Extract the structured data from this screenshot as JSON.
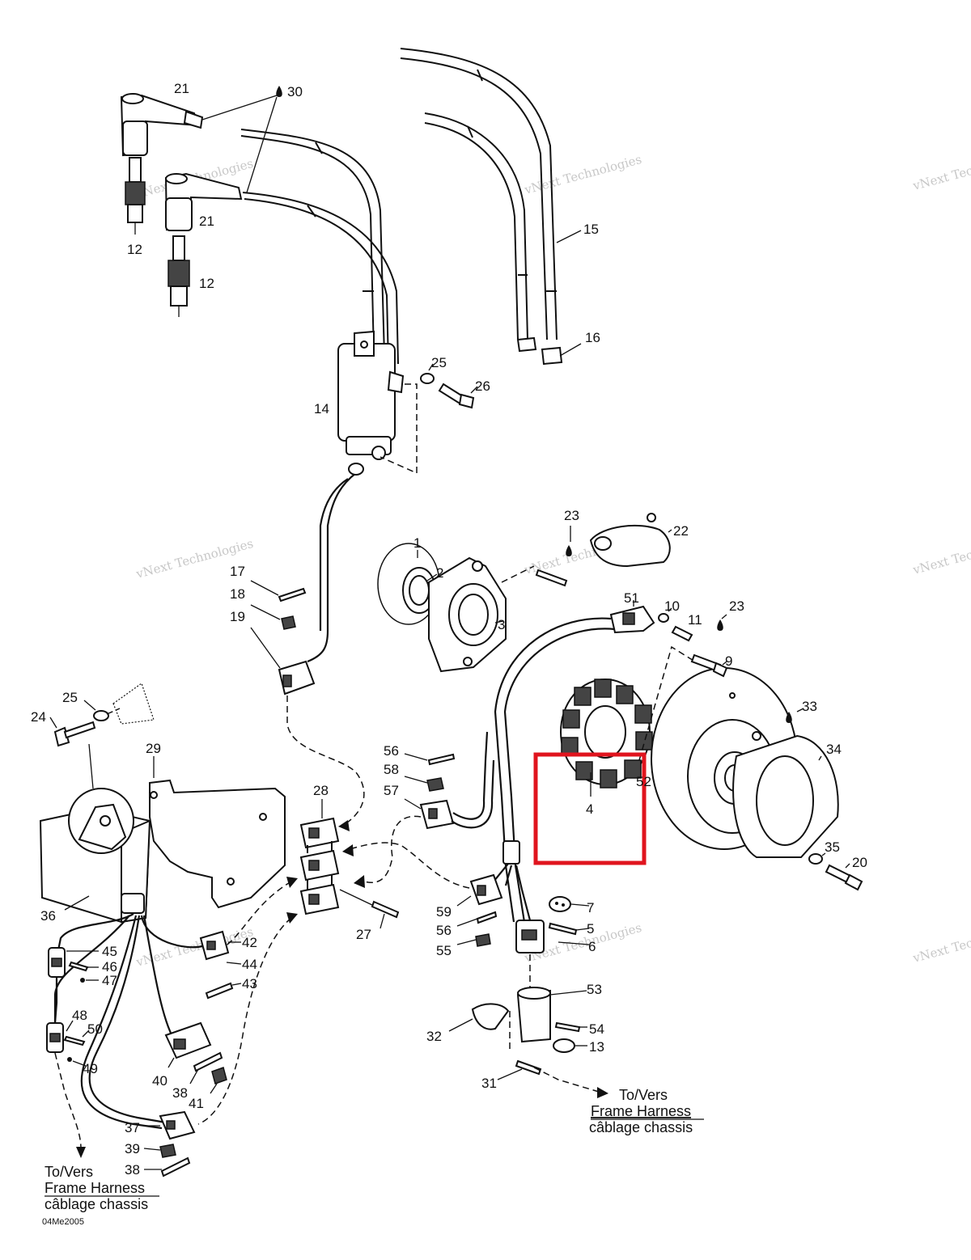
{
  "labels": [
    {
      "id": "21a",
      "text": "21"
    },
    {
      "id": "30",
      "text": "30"
    },
    {
      "id": "21b",
      "text": "21"
    },
    {
      "id": "12a",
      "text": "12"
    },
    {
      "id": "12b",
      "text": "12"
    },
    {
      "id": "15",
      "text": "15"
    },
    {
      "id": "16",
      "text": "16"
    },
    {
      "id": "14",
      "text": "14"
    },
    {
      "id": "25a",
      "text": "25"
    },
    {
      "id": "26",
      "text": "26"
    },
    {
      "id": "23a",
      "text": "23"
    },
    {
      "id": "22",
      "text": "22"
    },
    {
      "id": "1",
      "text": "1"
    },
    {
      "id": "2",
      "text": "2"
    },
    {
      "id": "3",
      "text": "3"
    },
    {
      "id": "17",
      "text": "17"
    },
    {
      "id": "18",
      "text": "18"
    },
    {
      "id": "19",
      "text": "19"
    },
    {
      "id": "51",
      "text": "51"
    },
    {
      "id": "10",
      "text": "10"
    },
    {
      "id": "11",
      "text": "11"
    },
    {
      "id": "23b",
      "text": "23"
    },
    {
      "id": "9",
      "text": "9"
    },
    {
      "id": "33",
      "text": "33"
    },
    {
      "id": "34",
      "text": "34"
    },
    {
      "id": "52",
      "text": "52"
    },
    {
      "id": "4",
      "text": "4"
    },
    {
      "id": "35",
      "text": "35"
    },
    {
      "id": "20",
      "text": "20"
    },
    {
      "id": "25b",
      "text": "25"
    },
    {
      "id": "24",
      "text": "24"
    },
    {
      "id": "29",
      "text": "29"
    },
    {
      "id": "28",
      "text": "28"
    },
    {
      "id": "56a",
      "text": "56"
    },
    {
      "id": "58",
      "text": "58"
    },
    {
      "id": "57",
      "text": "57"
    },
    {
      "id": "36",
      "text": "36"
    },
    {
      "id": "27",
      "text": "27"
    },
    {
      "id": "59",
      "text": "59"
    },
    {
      "id": "56b",
      "text": "56"
    },
    {
      "id": "55",
      "text": "55"
    },
    {
      "id": "7",
      "text": "7"
    },
    {
      "id": "5",
      "text": "5"
    },
    {
      "id": "6",
      "text": "6"
    },
    {
      "id": "53",
      "text": "53"
    },
    {
      "id": "54",
      "text": "54"
    },
    {
      "id": "13",
      "text": "13"
    },
    {
      "id": "32",
      "text": "32"
    },
    {
      "id": "31",
      "text": "31"
    },
    {
      "id": "45",
      "text": "45"
    },
    {
      "id": "46",
      "text": "46"
    },
    {
      "id": "47",
      "text": "47"
    },
    {
      "id": "42",
      "text": "42"
    },
    {
      "id": "44",
      "text": "44"
    },
    {
      "id": "43",
      "text": "43"
    },
    {
      "id": "48",
      "text": "48"
    },
    {
      "id": "50",
      "text": "50"
    },
    {
      "id": "49",
      "text": "49"
    },
    {
      "id": "40",
      "text": "40"
    },
    {
      "id": "38a",
      "text": "38"
    },
    {
      "id": "41",
      "text": "41"
    },
    {
      "id": "37",
      "text": "37"
    },
    {
      "id": "39",
      "text": "39"
    },
    {
      "id": "38b",
      "text": "38"
    }
  ],
  "notes": {
    "right": {
      "line1": "To/Vers",
      "line2": "Frame Harness",
      "line3": "câblage chassis"
    },
    "left": {
      "line1": "To/Vers",
      "line2": "Frame Harness",
      "line3": "câblage chassis"
    }
  },
  "figure_code": "04Me2005",
  "watermark": {
    "line1": "vNext",
    "line2": "vNext Technologies",
    "line3": "Technologies"
  },
  "highlight_color": "#e0141e"
}
